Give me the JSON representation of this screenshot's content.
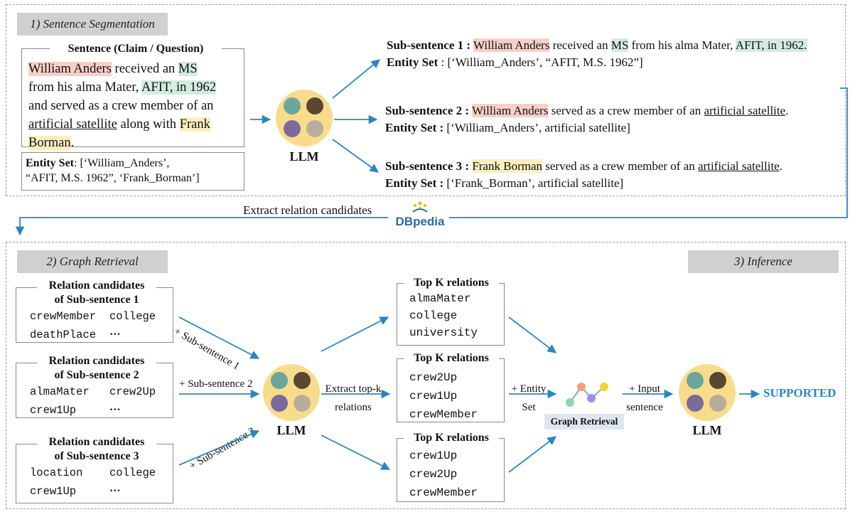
{
  "sections": {
    "seg": "1) Sentence Segmentation",
    "graph": "2) Graph Retrieval",
    "inference": "3) Inference"
  },
  "sentence_box": {
    "title": "Sentence (Claim / Question)",
    "entity_set_label": "Entity Set",
    "entity_set_line1": ": [‘William_Anders’,",
    "entity_set_line2": "“AFIT, M.S. 1962”, ‘Frank_Borman’]"
  },
  "sentence": {
    "w1": "William Anders",
    "t1": " received an ",
    "w2": "MS",
    "t2": "from his alma Mater, ",
    "w3": "AFIT, in 1962",
    "t3": "and served as a crew member of an",
    "w4": "artificial satellite",
    "t4": " along with ",
    "w5": "Frank",
    "w6": "Borman",
    "t5": "."
  },
  "llm_label": "LLM",
  "sub1": {
    "label": "Sub-sentence 1 :",
    "e1": "William Anders",
    "t1": " received an ",
    "e2": "MS",
    "t2": " from his alma Mater, ",
    "e3": "AFIT, in 1962.",
    "es_label": "Entity Set",
    "es": " : [‘William_Anders’, “AFIT, M.S. 1962”]"
  },
  "sub2": {
    "label": "Sub-sentence 2 :",
    "e1": "William Anders",
    "t1": " served as a crew member of an ",
    "e2": "artificial satellite",
    "t2": ".",
    "es_label": "Entity Set :",
    "es": " [‘William_Anders’, artificial satellite]"
  },
  "sub3": {
    "label": "Sub-sentence 3 :",
    "e1": "Frank Borman",
    "t1": " served as a crew member of an ",
    "e2": "artificial satellite",
    "t2": ".",
    "es_label": "Entity Set :",
    "es": " [‘Frank_Borman’, artificial satellite]"
  },
  "extract_label": "Extract relation candidates",
  "dbpedia_label": "DBpedia",
  "rel1": {
    "title1": "Relation candidates",
    "title2": "of Sub-sentence 1",
    "a": "crewMember",
    "b": "college",
    "c": "deathPlace",
    "d": "···"
  },
  "rel2": {
    "title1": "Relation candidates",
    "title2": "of Sub-sentence 2",
    "a": "almaMater",
    "b": "crew2Up",
    "c": "crew1Up",
    "d": "···"
  },
  "rel3": {
    "title1": "Relation candidates",
    "title2": "of Sub-sentence 3",
    "a": "location",
    "b": "college",
    "c": "crew1Up",
    "d": "···"
  },
  "arrow_sub1": "+ Sub-sentence 1",
  "arrow_sub2": "+ Sub-sentence 2",
  "arrow_sub3": "+ Sub-sentence 3",
  "extract_topk": [
    "Extract top-k",
    "relations"
  ],
  "topk_title": "Top K relations",
  "topk1": [
    "almaMater",
    "college",
    "university"
  ],
  "topk2": [
    "crew2Up",
    "crew1Up",
    "crewMember"
  ],
  "topk3": [
    "crew1Up",
    "crew2Up",
    "crewMember"
  ],
  "entity_set_arrow": [
    "+ Entity",
    "Set"
  ],
  "graph_retrieval_label": "Graph Retrieval",
  "input_sentence_arrow": [
    "+ Input",
    "sentence"
  ],
  "result": "SUPPORTED",
  "colors": {
    "arrow": "#2b85c2",
    "llm_bg": "#f8dc8c",
    "red_hl": "#f6d0c8",
    "green_hl": "#d3ece0",
    "yellow_hl": "#fbefbf",
    "result": "#2b85c2"
  }
}
